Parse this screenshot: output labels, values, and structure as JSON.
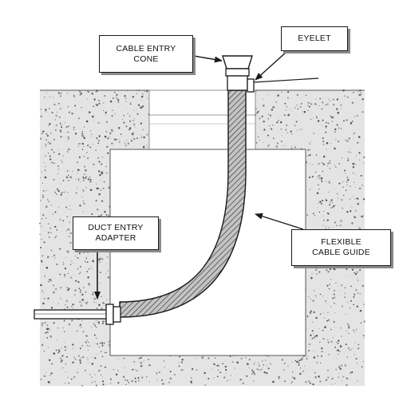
{
  "labels": {
    "cable_entry_cone": {
      "line1": "CABLE ENTRY",
      "line2": "CONE"
    },
    "eyelet": "EYELET",
    "duct_entry_adapter": {
      "line1": "DUCT ENTRY",
      "line2": "ADAPTER"
    },
    "flexible_cable_guide": {
      "line1": "FLEXIBLE",
      "line2": "CABLE GUIDE"
    }
  },
  "colors": {
    "ground_fill": "#e6e6e6",
    "outline": "#1a1a1a",
    "guide_fill": "#b8b8b8"
  },
  "icons": [
    "callout-arrow",
    "cable-guide-hatch",
    "ground-speckle"
  ]
}
